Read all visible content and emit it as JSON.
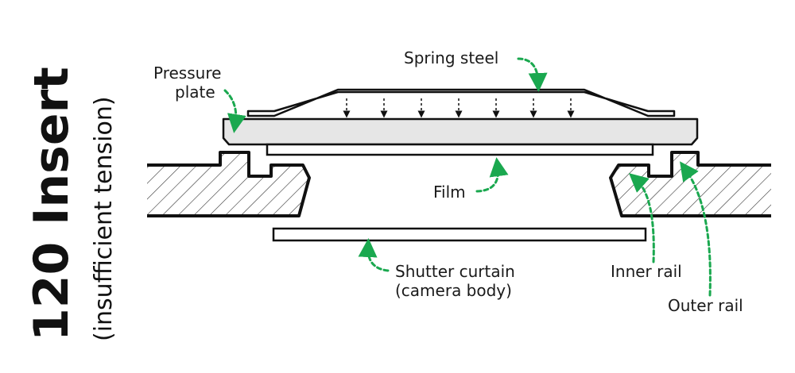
{
  "title": {
    "main": "120 Insert",
    "sub": "(insufficient tension)"
  },
  "labels": {
    "spring_steel": "Spring steel",
    "pressure_plate_line1": "Pressure",
    "pressure_plate_line2": "plate",
    "film": "Film",
    "shutter_line1": "Shutter curtain",
    "shutter_line2": "(camera body)",
    "inner_rail": "Inner rail",
    "outer_rail": "Outer rail"
  },
  "colors": {
    "arrow": "#1aa84f",
    "outline": "#111111",
    "plate_fill": "#e6e6e6",
    "hatch": "#333333"
  }
}
